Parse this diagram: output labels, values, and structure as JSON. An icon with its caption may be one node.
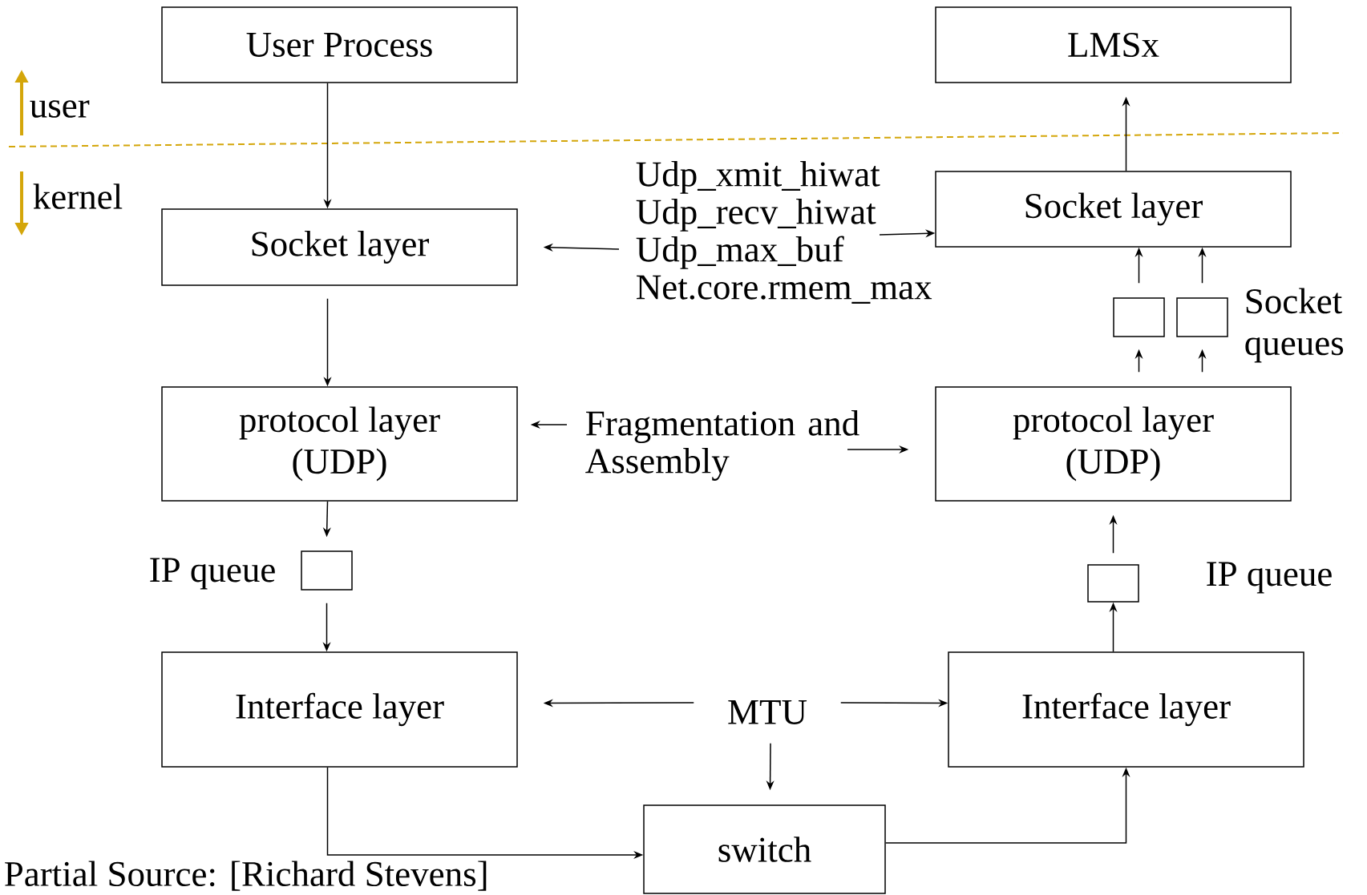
{
  "diagram": {
    "nodes": [
      {
        "text": [
          "User Process"
        ]
      },
      {
        "text": [
          "LMSx"
        ]
      },
      {
        "text": [
          "Socket layer"
        ]
      },
      {
        "text": [
          "Udp_xmit_hiwat Udp_recv_hiwat Udp_max_buf Net.core.rmem_max"
        ]
      },
      {
        "text": [
          "Socket layer"
        ]
      },
      {
        "text": [],
        "shape": "box"
      },
      {
        "text": [],
        "shape": "box"
      },
      {
        "text": [
          "protocol layer (UDP)"
        ]
      },
      {
        "text": [
          "Fragmentation and Assembly"
        ]
      },
      {
        "text": [
          "protocol layer (UDP)"
        ]
      },
      {
        "text": [],
        "shape": "box",
        "beside": [
          "IP queue"
        ]
      },
      {
        "text": [],
        "shape": "box",
        "beside": [
          "IP queue"
        ]
      },
      {
        "text": [
          "Interface layer"
        ]
      },
      {
        "text": [
          "MTU"
        ]
      },
      {
        "text": [
          "Interface layer"
        ]
      },
      {
        "text": [
          "switch"
        ]
      }
    ],
    "edges": [
      {
        "from": 0,
        "to": 2,
        "arrow": "to"
      },
      {
        "from": 2,
        "to": 7,
        "arrow": "to"
      },
      {
        "from": 7,
        "to": 10,
        "arrow": "to"
      },
      {
        "from": 10,
        "to": 12,
        "arrow": "to"
      },
      {
        "from": 12,
        "to": 15,
        "arrow": "to"
      },
      {
        "from": 15,
        "to": 14,
        "arrow": "to"
      },
      {
        "from": 14,
        "to": 11,
        "arrow": "to"
      },
      {
        "from": 11,
        "to": 9,
        "arrow": "to"
      },
      {
        "from": 9,
        "to": 5,
        "arrow": "to"
      },
      {
        "from": 9,
        "to": 6,
        "arrow": "to"
      },
      {
        "from": 5,
        "to": 4,
        "arrow": "to"
      },
      {
        "from": 6,
        "to": 4,
        "arrow": "to"
      },
      {
        "from": 4,
        "to": 1,
        "arrow": "to"
      },
      {
        "from": 3,
        "to": 2,
        "arrow": "to"
      },
      {
        "from": 3,
        "to": 4,
        "arrow": "to"
      },
      {
        "from": 8,
        "to": 7,
        "arrow": "to"
      },
      {
        "from": 8,
        "to": 9,
        "arrow": "to"
      },
      {
        "from": 13,
        "to": 12,
        "arrow": "to"
      },
      {
        "from": 13,
        "to": 14,
        "arrow": "to"
      },
      {
        "from": 13,
        "to": 15,
        "arrow": "to"
      }
    ],
    "labels": [
      "user",
      "kernel",
      "Socket queues",
      "Partial Source: [Richard Stevens]"
    ]
  }
}
